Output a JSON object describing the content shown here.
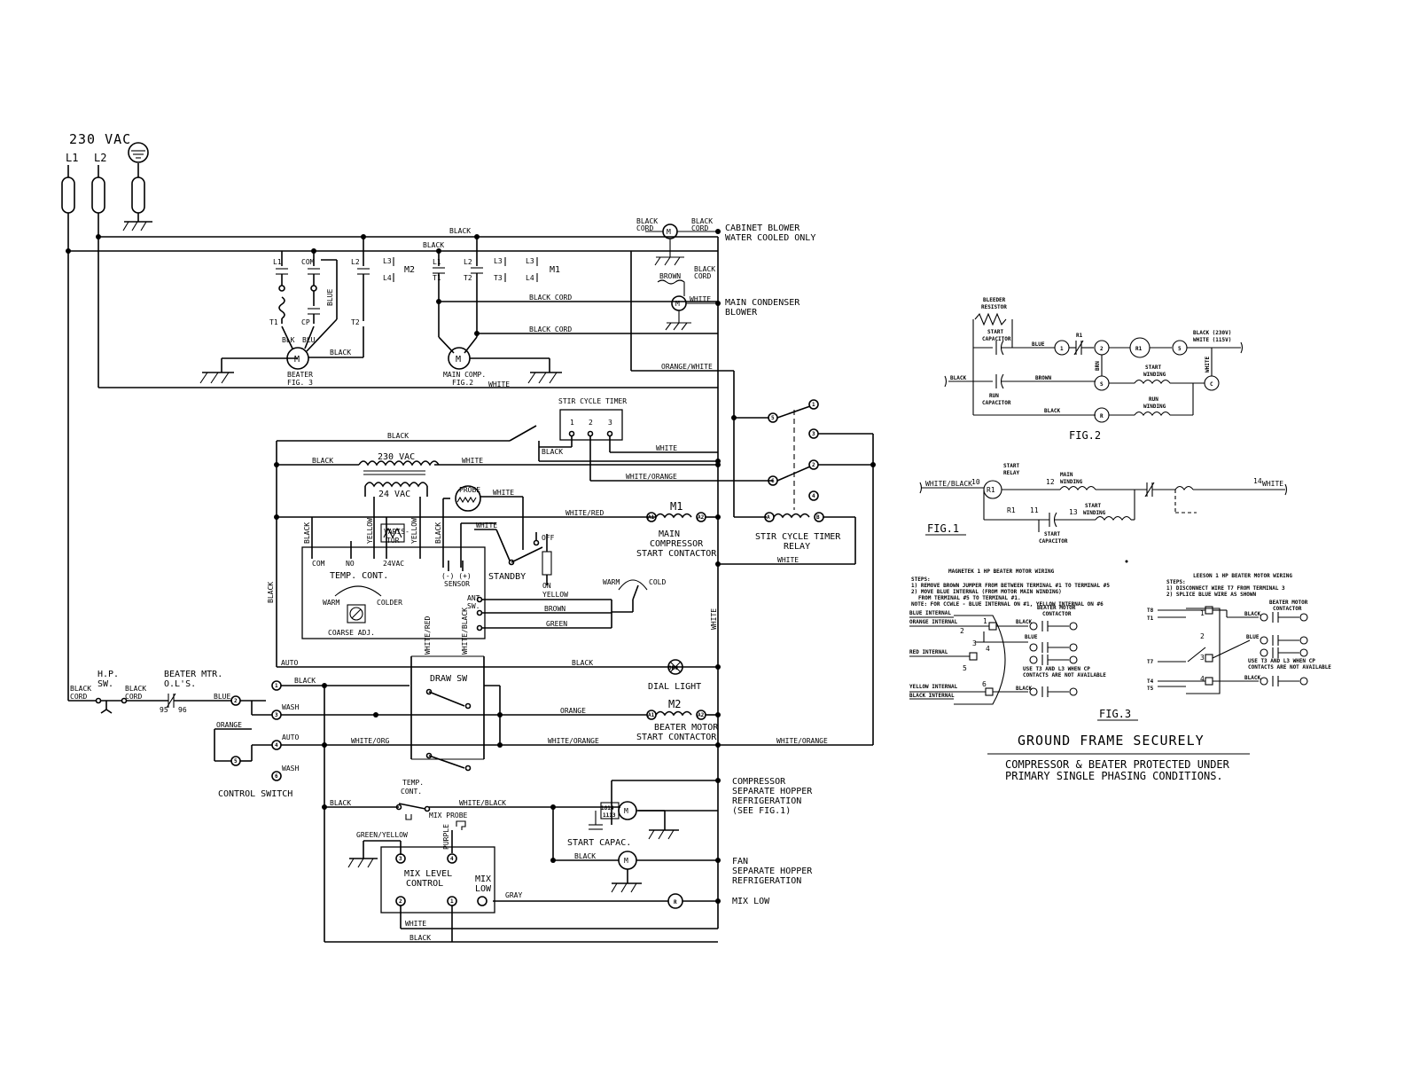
{
  "supply": {
    "voltage": "230 VAC",
    "l1": "L1",
    "l2": "L2"
  },
  "components": {
    "beater": "BEATER",
    "beater_fig": "FIG. 3",
    "main_comp": "MAIN COMP.",
    "main_comp_fig": "FIG.2",
    "m2": "M2",
    "m1": "M1",
    "cabinet_blower": "CABINET BLOWER",
    "cabinet_blower2": "WATER COOLED ONLY",
    "main_condenser": "MAIN CONDENSER",
    "main_condenser2": "BLOWER",
    "stir_cycle_timer": "STIR CYCLE TIMER",
    "stir_timer_relay": "STIR CYCLE TIMER",
    "stir_timer_relay2": "RELAY",
    "transformer_hi": "230 VAC",
    "transformer_lo": "24 VAC",
    "probe": "PROBE",
    "varistor": "VARIS-",
    "varistor2": "TOR",
    "com": "COM",
    "no": "NO",
    "v24": "24VAC",
    "temp_cont": "TEMP. CONT.",
    "warm": "WARM",
    "colder": "COLDER",
    "coarse_adj": "COARSE ADJ.",
    "sensor_pm": "(-) (+)",
    "sensor": "SENSOR",
    "main_contactor": "MAIN",
    "main_contactor2": "COMPRESSOR",
    "main_contactor3": "START CONTACTOR",
    "standby": "STANDBY",
    "off": "OFF",
    "on": "ON",
    "ant_sw": "ANT.",
    "ant_sw2": "SW.",
    "warm2": "WARM",
    "cold": "COLD",
    "hp_sw": "H.P.",
    "hp_sw2": "SW.",
    "beater_ol": "BEATER MTR.",
    "beater_ol2": "O.L'S.",
    "n95": "95",
    "n96": "96",
    "auto": "AUTO",
    "wash": "WASH",
    "auto2": "AUTO",
    "wash2": "WASH",
    "control_switch": "CONTROL SWITCH",
    "draw_sw": "DRAW SW",
    "dial_light": "DIAL LIGHT",
    "org": "ORG",
    "beater_contactor": "BEATER MOTOR",
    "beater_contactor2": "START CONTACTOR",
    "temp_cont2": "TEMP.",
    "temp_cont2b": "CONT.",
    "mix_probe": "MIX PROBE",
    "compressor_sep": "COMPRESSOR",
    "compressor_sep2": "SEPARATE HOPPER",
    "compressor_sep3": "REFRIGERATION",
    "compressor_sep4": "(SEE FIG.1)",
    "start_capac": "START CAPAC.",
    "fan": "FAN",
    "fan2": "SEPARATE HOPPER",
    "fan3": "REFRIGERATION",
    "mix_level": "MIX LEVEL",
    "mix_level2": "CONTROL",
    "mix_low": "MIX",
    "mix_low2": "LOW",
    "mix_low_out": "MIX LOW"
  },
  "wires": {
    "black": "BLACK",
    "black_cord": "BLACK CORD",
    "white": "WHITE",
    "blue": "BLUE",
    "brown": "BROWN",
    "orange_white": "ORANGE/WHITE",
    "white_orange": "WHITE/ORANGE",
    "white_red": "WHITE/RED",
    "yellow": "YELLOW",
    "green": "GREEN",
    "orange": "ORANGE",
    "white_org": "WHITE/ORG",
    "white_black": "WHITE/BLACK",
    "green_yellow": "GREEN/YELLOW",
    "purple": "PURPLE",
    "gray": "GRAY",
    "white_red_v": "WHITE/RED",
    "white_black_v": "WHITE/BLACK",
    "blk": "BLK",
    "blu": "BLU",
    "black2": "BLACK",
    "cord": "CORD"
  },
  "fig2": {
    "title": "FIG.2",
    "bleeder": "BLEEDER",
    "bleeder2": "RESISTOR",
    "start_cap": "START",
    "start_cap2": "CAPACITOR",
    "run_cap": "RUN",
    "run_cap2": "CAPACITOR",
    "start_wind": "START",
    "start_wind2": "WINDING",
    "run_wind": "RUN",
    "run_wind2": "WINDING",
    "black_230": "BLACK (230V)",
    "white_115": "WHITE (115V)",
    "t1": "1",
    "t2": "2",
    "t5": "5",
    "r1": "R1",
    "r1c": "R1",
    "s": "S",
    "r": "R",
    "c": "C",
    "brn": "BRN",
    "wht": "WHITE",
    "blue": "BLUE",
    "brown": "BROWN",
    "black": "BLACK"
  },
  "fig1": {
    "title": "FIG.1",
    "start_relay": "START",
    "start_relay2": "RELAY",
    "main_wind": "MAIN",
    "main_wind2": "WINDING",
    "start_wind": "START",
    "start_wind2": "WINDING",
    "start_cap": "START",
    "start_cap2": "CAPACITOR",
    "n10": "10",
    "n12": "12",
    "n13": "13",
    "n14": "14",
    "n11": "11",
    "r1": "R1",
    "r1b": "R1",
    "white_black": "WHITE/BLACK",
    "white": "WHITE"
  },
  "fig3": {
    "title": "FIG.3",
    "left_title": "MAGNETEK 1 HP BEATER MOTOR WIRING",
    "left_steps": [
      "STEPS:",
      "1) REMOVE BROWN JUMPER FROM BETWEEN TERMINAL #1 TO TERMINAL #5",
      "2) MOVE BLUE INTERNAL (FROM MOTOR MAIN WINDING)",
      "FROM TERMINAL #5 TO TERMINAL #1.",
      "NOTE: FOR CCWLE - BLUE INTERNAL ON #1, YELLOW INTERNAL ON #6"
    ],
    "right_title": "LEESON 1 HP BEATER MOTOR WIRING",
    "right_steps": [
      "STEPS:",
      "1) DISCONNECT WIRE T7 FROM TERMINAL 3",
      "2) SPLICE BLUE WIRE AS SHOWN"
    ],
    "blue_internal": "BLUE INTERNAL",
    "orange_internal": "ORANGE INTERNAL",
    "red_internal": "RED INTERNAL",
    "yellow_internal": "YELLOW INTERNAL",
    "black_internal": "BLACK INTERNAL",
    "beater_contactor": "BEATER MOTOR",
    "beater_contactor2": "CONTACTOR",
    "use_note": "USE T3 AND L3 WHEN CP",
    "use_note2": "CONTACTS ARE NOT AVAILABLE",
    "t8": "T8",
    "t1": "T1",
    "t7": "T7",
    "t4": "T4",
    "t5": "T5",
    "n1": "1",
    "n2": "2",
    "n3": "3",
    "n4": "4",
    "n5": "5",
    "n6": "6",
    "black": "BLACK",
    "blue": "BLUE"
  },
  "notes": {
    "ground": "GROUND FRAME SECURELY",
    "protected1": "COMPRESSOR & BEATER PROTECTED UNDER",
    "protected2": "PRIMARY SINGLE PHASING CONDITIONS."
  }
}
